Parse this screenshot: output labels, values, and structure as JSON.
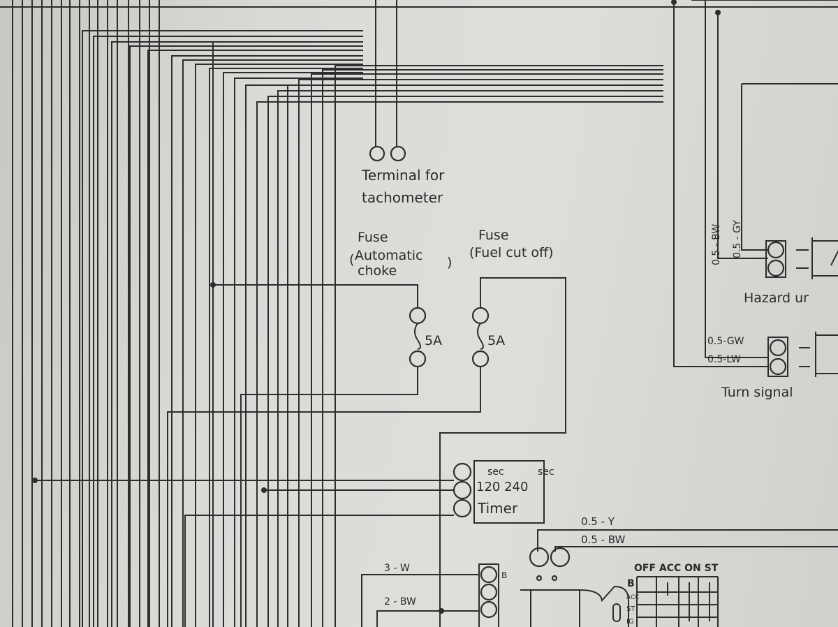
{
  "labels": {
    "tacho_1": "Terminal for",
    "tacho_2": "tachometer",
    "fuse1_title": "Fuse",
    "fuse1_paren_open": "(",
    "fuse1_sub1": "Automatic",
    "fuse1_sub2": "choke",
    "fuse1_paren_close": ")",
    "fuse1_rating": "5A",
    "fuse2_title": "Fuse",
    "fuse2_sub": "(Fuel cut off)",
    "fuse2_rating": "5A",
    "timer_sec1": "sec",
    "timer_sec2": "sec",
    "timer_values": "120 240",
    "timer_name": "Timer",
    "wire_05y": "0.5 - Y",
    "wire_05bw": "0.5 - BW",
    "wire_3w": "3 - W",
    "wire_2bw": "2 - BW",
    "hazard_bw": "0.5 - BW",
    "hazard_gy": "0.5 - GY",
    "hazard_unit": "Hazard ur",
    "turn_gw": "0.5-GW",
    "turn_lw": "0.5-LW",
    "turn_signal": "Turn signal",
    "switch_header": "OFF ACC ON ST",
    "switch_b": "B",
    "switch_acc": "ACC",
    "switch_st": "ST",
    "switch_ig": "IG",
    "conn_b": "B"
  }
}
